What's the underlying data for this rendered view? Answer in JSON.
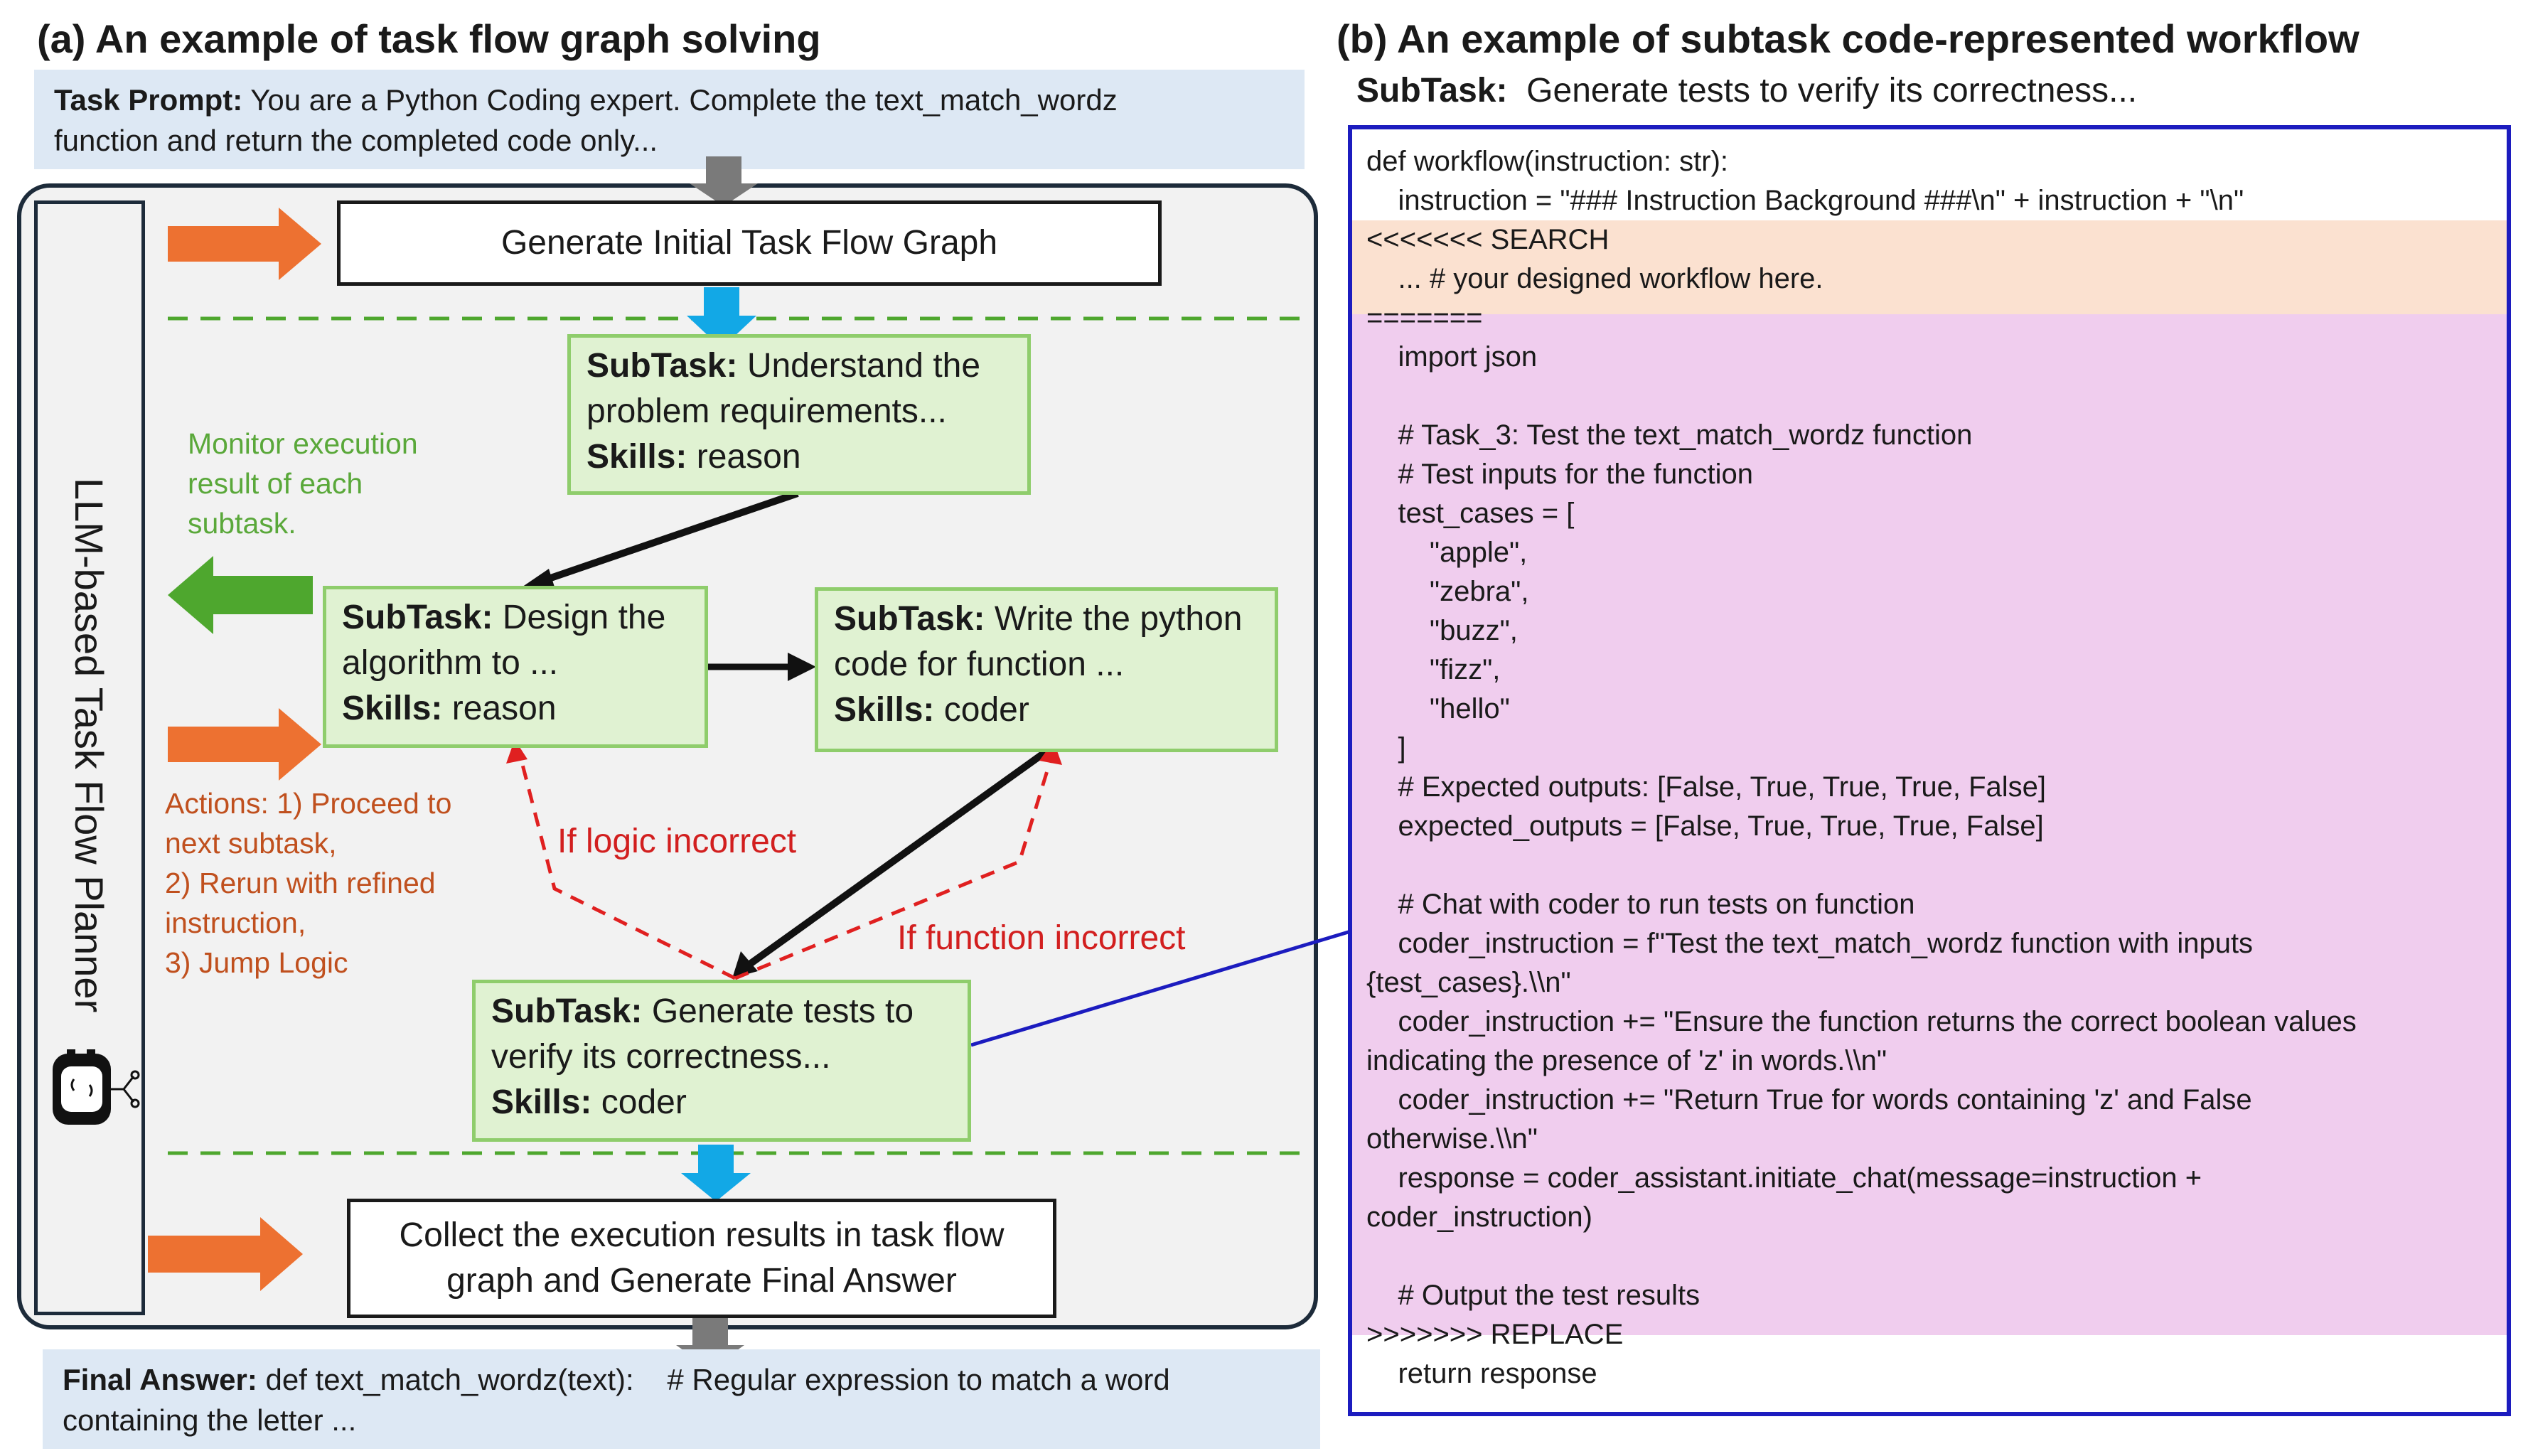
{
  "left_panel": {
    "title": "(a) An example of task flow graph solving",
    "task_prompt": {
      "label": "Task Prompt:",
      "text_line1": " You are a Python Coding expert. Complete the text_match_wordz",
      "text_line2": "function and return the completed code only..."
    },
    "planner_label": "LLM-based Task Flow Planner",
    "initial_graph_box": "Generate Initial Task Flow Graph",
    "subtasks": {
      "understand": {
        "label": "SubTask:",
        "text1": " Understand the",
        "text2": "problem requirements...",
        "skills_label": "Skills:",
        "skills": " reason"
      },
      "design": {
        "label": "SubTask:",
        "text1": " Design the",
        "text2": "algorithm to ...",
        "skills_label": "Skills:",
        "skills": " reason"
      },
      "write": {
        "label": "SubTask:",
        "text1": " Write the python",
        "text2": "code for function ...",
        "skills_label": "Skills:",
        "skills": " coder"
      },
      "tests": {
        "label": "SubTask:",
        "text1": "  Generate tests to",
        "text2": "verify its correctness...",
        "skills_label": "Skills:",
        "skills": " coder"
      }
    },
    "monitor_note": [
      "Monitor execution",
      "result of each",
      "subtask."
    ],
    "actions_note": [
      "Actions: 1) Proceed to",
      "next subtask,",
      "2) Rerun with refined",
      "instruction,",
      "3) Jump Logic"
    ],
    "if_logic": "If logic incorrect",
    "if_function": "If function incorrect",
    "collect_box": [
      "Collect the execution results in task flow",
      "graph and Generate Final Answer"
    ],
    "final_answer": {
      "label": "Final Answer:",
      "text_line1": " def text_match_wordz(text):    # Regular expression to match a word",
      "text_line2": "containing the letter ..."
    }
  },
  "right_panel": {
    "title": "(b) An example of subtask code-represented workflow",
    "subtask_label": "SubTask:",
    "subtask_text": "  Generate tests to verify its correctness...",
    "code_lines": [
      "def workflow(instruction: str):",
      "    instruction = \"### Instruction Background ###\\n\" + instruction + \"\\n\"",
      "<<<<<<< SEARCH",
      "    ... # your designed workflow here.",
      "=======",
      "    import json",
      "",
      "    # Task_3: Test the text_match_wordz function",
      "    # Test inputs for the function",
      "    test_cases = [",
      "        \"apple\",",
      "        \"zebra\",",
      "        \"buzz\",",
      "        \"fizz\",",
      "        \"hello\"",
      "    ]",
      "    # Expected outputs: [False, True, True, True, False]",
      "    expected_outputs = [False, True, True, True, False]",
      "",
      "    # Chat with coder to run tests on function",
      "    coder_instruction = f\"Test the text_match_wordz function with inputs",
      "{test_cases}.\\\\n\"",
      "    coder_instruction += \"Ensure the function returns the correct boolean values",
      "indicating the presence of 'z' in words.\\\\n\"",
      "    coder_instruction += \"Return True for words containing 'z' and False",
      "otherwise.\\\\n\"",
      "    response = coder_assistant.initiate_chat(message=instruction +",
      "coder_instruction)",
      "",
      "    # Output the test results",
      ">>>>>>> REPLACE",
      "    return response"
    ]
  },
  "colors": {
    "orange_arrow": "#ed7131",
    "green_arrow": "#4ea72e",
    "blue_arrow": "#12a8e6",
    "gray_arrow": "#7a7a7a",
    "search_block": "#fbe1d0",
    "replace_block": "#f0cdee",
    "dashed_green": "#4ea72e",
    "red_dashed": "#e02020",
    "connector_blue": "#1c1cbf"
  }
}
